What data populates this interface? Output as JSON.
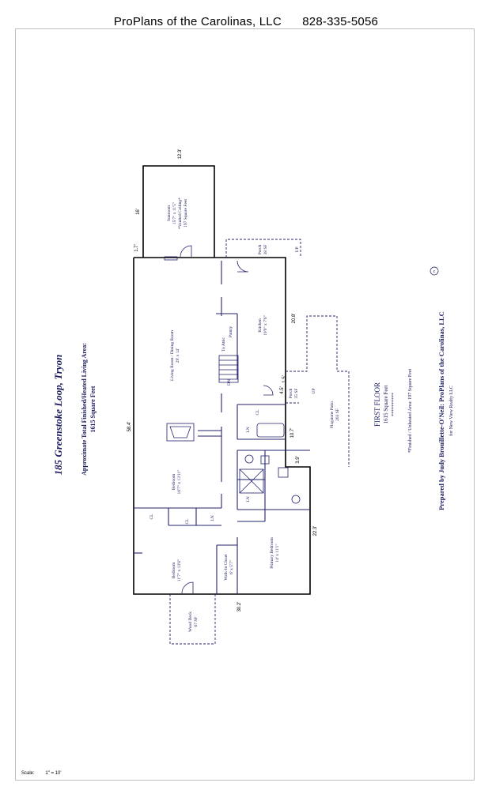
{
  "header": {
    "company": "ProPlans of the Carolinas, LLC",
    "phone": "828-335-5056"
  },
  "title": {
    "address": "185 Greenstoke Loop, Tryon",
    "area_label": "Approximate Total Finished/Heated Living Area:",
    "area_value": "1615 Square Feet"
  },
  "floor": {
    "name": "FIRST FLOOR",
    "area": "1615 Square Feet",
    "stars": "**********"
  },
  "notes": {
    "unheated": "*Finished / Unheated Area: 197 Square Feet"
  },
  "credits": {
    "prepared_by": "Prepared by Judy Brouillette-O'Neil: ProPlans of the Carolinas, LLC",
    "for": "for New View Realty LLC"
  },
  "scale": {
    "label": "Scale:",
    "value": "1\" = 10'"
  },
  "rooms": {
    "sunroom": {
      "name": "Sunroom",
      "size": "15'7\" x 11'5\"",
      "note": "*Vaulted Ceiling*",
      "area": "197 Square Feet"
    },
    "porch_top": {
      "name": "Porch",
      "area": "38 SF"
    },
    "living": {
      "name": "Living Room / Dining Room",
      "size": "29' x 14'"
    },
    "attic": {
      "name": "To Attic"
    },
    "pantry": {
      "name": "Pantry"
    },
    "kitchen": {
      "name": "Kitchen",
      "size": "19'9\" x 7'6\""
    },
    "porch_mid": {
      "name": "Porch",
      "area": "35 SF"
    },
    "patio": {
      "name": "Flagstone Patio",
      "area": "203 SF"
    },
    "bedroom2": {
      "name": "Bedroom",
      "size": "10'7\" x 13'11\""
    },
    "bedroom1": {
      "name": "Bedroom",
      "size": "11'7\" x 13'8\""
    },
    "walkin": {
      "name": "Walk-In Closet",
      "size": "6' x 5'7\""
    },
    "primary": {
      "name": "Primary Bedroom",
      "size": "14' x 11'1\""
    },
    "deck": {
      "name": "Wood Deck",
      "area": "67 SF"
    }
  },
  "labels": {
    "dn": "DN",
    "up": "UP",
    "cl": "CL",
    "ln": "LN"
  },
  "dimensions": {
    "d_12_3": "12.3'",
    "d_16": "16'",
    "d_1_7": "1.7'",
    "d_20_8": "20.8'",
    "d_4_5": "4.5'",
    "d_1_5": "1.5'",
    "d_58_4": "58.4'",
    "d_10_7": "10.7'",
    "d_3_9": "3.9'",
    "d_22_3": "22.3'",
    "d_30_2": "30.2'"
  }
}
